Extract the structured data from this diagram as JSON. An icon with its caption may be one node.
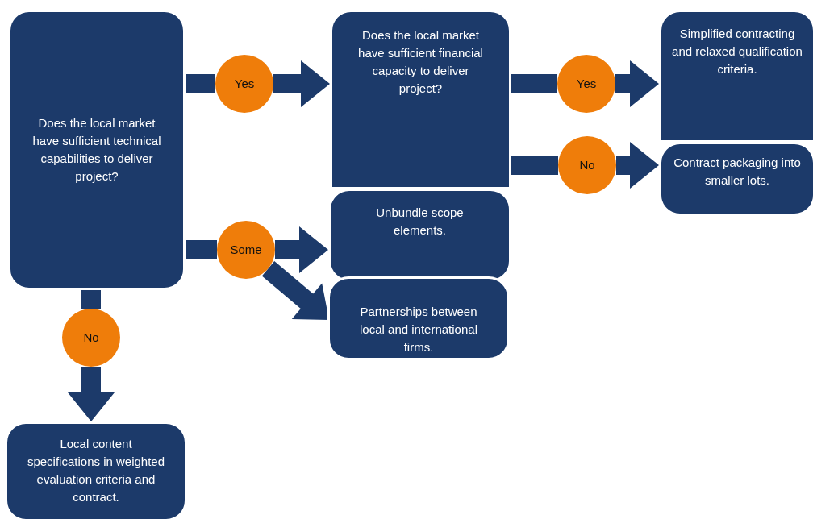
{
  "diagram": {
    "nodes": [
      {
        "text": [
          "Does the local market have sufficient technical capabilities to deliver project?"
        ]
      },
      {
        "text": [
          "Yes"
        ]
      },
      {
        "text": [
          "Does the local market have sufficient financial capacity to deliver project?"
        ]
      },
      {
        "text": [
          "Yes"
        ]
      },
      {
        "text": [
          "Simplified contracting and relaxed qualification criteria."
        ]
      },
      {
        "text": [
          "No"
        ]
      },
      {
        "text": [
          "Contract packaging into smaller lots."
        ]
      },
      {
        "text": [
          "Some"
        ]
      },
      {
        "text": [
          "Unbundle scope elements."
        ]
      },
      {
        "text": [
          "Partnerships between local and international firms."
        ]
      },
      {
        "text": [
          "No"
        ]
      },
      {
        "text": [
          "Local content specifications in weighted evaluation criteria and contract."
        ]
      }
    ],
    "edges": [
      {
        "from": 0,
        "to": 1,
        "arrow": "none"
      },
      {
        "from": 1,
        "to": 2,
        "arrow": "to"
      },
      {
        "from": 2,
        "to": 3,
        "arrow": "none"
      },
      {
        "from": 3,
        "to": 4,
        "arrow": "to"
      },
      {
        "from": 2,
        "to": 5,
        "arrow": "none"
      },
      {
        "from": 5,
        "to": 6,
        "arrow": "to"
      },
      {
        "from": 0,
        "to": 7,
        "arrow": "none"
      },
      {
        "from": 7,
        "to": 8,
        "arrow": "to"
      },
      {
        "from": 7,
        "to": 9,
        "arrow": "to"
      },
      {
        "from": 0,
        "to": 10,
        "arrow": "none"
      },
      {
        "from": 10,
        "to": 11,
        "arrow": "to"
      }
    ]
  }
}
